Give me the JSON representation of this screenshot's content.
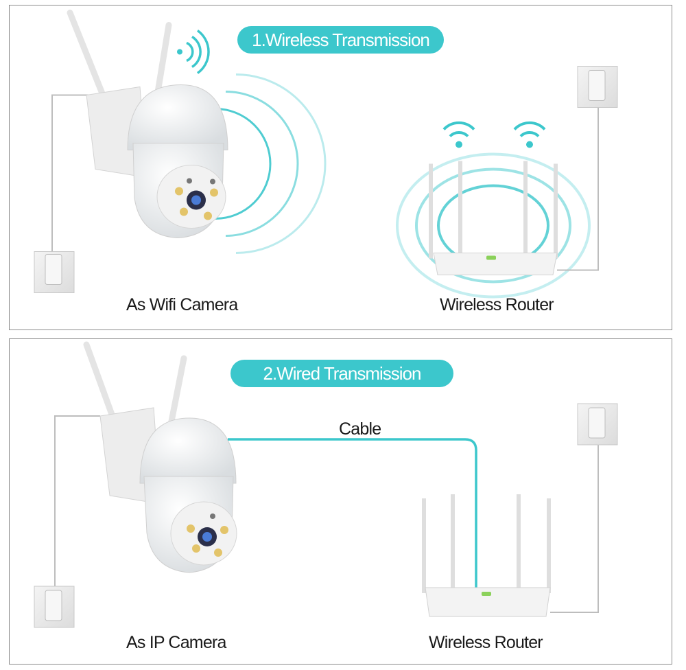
{
  "accent_color": "#3cc7cc",
  "sections": [
    {
      "title": "1.Wireless Transmission",
      "camera_label": "As Wifi Camera",
      "router_label": "Wireless Router"
    },
    {
      "title": "2.Wired Transmission",
      "cable_label": "Cable",
      "camera_label": "As IP Camera",
      "router_label": "Wireless Router"
    }
  ]
}
